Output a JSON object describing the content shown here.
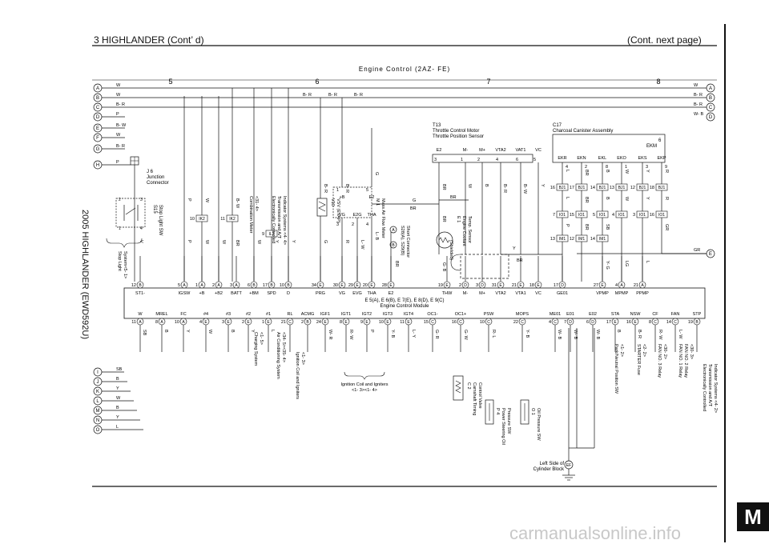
{
  "header": {
    "title": "3  HIGHLANDER (Cont’ d)",
    "cont": "(Cont.  next page)",
    "side_label": "2005 HIGHLANDER (EWD592U)",
    "section": "Engine Control (2AZ- FE)",
    "tab": "M",
    "watermark": "carmanualsonline.info"
  },
  "columns": [
    "5",
    "6",
    "7",
    "8"
  ],
  "left_rows": [
    "A",
    "B",
    "C",
    "D",
    "E",
    "F",
    "G",
    "H"
  ],
  "left_rows_bottom": [
    "I",
    "J",
    "K",
    "L",
    "M",
    "N",
    "O"
  ],
  "right_rows": [
    "A",
    "B",
    "C",
    "D"
  ],
  "right_row_e": "E",
  "top_wire_colors_left": [
    "W",
    "W",
    "B- R",
    "P",
    "B- W",
    "W",
    "B- R",
    "P"
  ],
  "top_wire_colors_right": [
    "W",
    "B- R",
    "B- R",
    "W- B"
  ],
  "br_labels": [
    "B- R",
    "B- R",
    "B- R"
  ],
  "components": {
    "t13_id": "T13",
    "t13_name1": "Throttle Control Motor",
    "t13_name2": "Throttle Position Sensor",
    "c17_id": "C17",
    "c17_name": "Charcoal Canister Assembly",
    "j6_id": "J 6",
    "j6_name1": "Junction",
    "j6_name2": "Connector",
    "s15_id": "S15",
    "s15_name": "Stop Light SW",
    "stoplight_sys1": "Stop Light",
    "stoplight_sys2": "System<5- 1>",
    "v10_id": "V10",
    "v10_name": "VSV (EVAP)",
    "m1_id": "M 1",
    "m1_name": "Mass Air Flow Meter",
    "e1_id": "E 1",
    "e1_name1": "Engine Coolant",
    "e1_name2": "Temp. Sensor",
    "s28_id": "S28(A), S29(B)",
    "s28_name": "Short Connector",
    "ecu_title1": "E 5(A), E 6(B), E 7(E), E 8(D), E 9(C)",
    "ecu_title2": "Engine Control Module",
    "ect_line1": "Electronically Controlled",
    "ect_line2": "Transmission and A/T",
    "ect_line3": "Indicator Systems <4- 4>",
    "combmeter1": "Combination Meter",
    "combmeter2": "<31- 4>",
    "ac_system1": "Air Conditioning System",
    "ac_system2": "<34- 5><35- 4>",
    "ign_coil1": "Ignition Coil and Igniters",
    "ign_coil2": "<1- 3>",
    "ign_coil_group1": "Ignition Coil and Igniters",
    "ign_coil_group2": "<1- 3><1- 4>",
    "charging1": "Charging System",
    "charging2": "<1- 5>",
    "c2_id": "C 2",
    "c2_name1": "Camshaft Timing",
    "c2_name2": "Control Valve",
    "p4_id": "P 4",
    "p4_name1": "Power Steering Oil",
    "p4_name2": "Pressure SW",
    "o1_id": "O 1",
    "o1_name": "Oil Pressure SW",
    "park_neutral1": "Park/Neutral Position SW",
    "park_neutral2": "<1- 2>",
    "starter1": "STARTER Fuse",
    "starter2": "<2- 2>",
    "fan3_1": "FAN NO. 3 Relay",
    "fan3_2": "<30- 2>",
    "fan_relays1": "FAN NO. 1 Relay",
    "fan_relays2": "FAN NO. 2 Relay",
    "fan_relays3": "<30- 3>",
    "ect_right1": "Electronically Controlled",
    "ect_right2": "Transmission and A/T",
    "ect_right3": "Indicator Systems <4- 2>",
    "ground_id": "EF",
    "ground_name1": "Left Side of",
    "ground_name2": "Cylinder Block",
    "shielded": "(Shielded)"
  },
  "t13_pins": [
    "E2",
    "M-",
    "M+",
    "VTA2",
    "VAT1",
    "VC"
  ],
  "t13_pin_nums": [
    "3",
    "1",
    "2",
    "4",
    "6",
    "5"
  ],
  "c17_pins": [
    "EKR",
    "EKN",
    "EKL",
    "EKO",
    "EKS",
    "EKP"
  ],
  "c17_pin_nums": [
    "4",
    "2",
    "8",
    "1",
    "3",
    "9"
  ],
  "c17_ekm": "EKM",
  "c17_ekm_num": "6",
  "bj1_labels": [
    "BJ1",
    "BJ1",
    "BJ1",
    "BJ1",
    "BJ1",
    "BJ1"
  ],
  "bj1_nums": [
    "16",
    "17",
    "14",
    "13",
    "12",
    "18"
  ],
  "io1_labels": [
    "IO1",
    "IO1",
    "IO1",
    "IO1",
    "IO1",
    "IO1"
  ],
  "io1_nums": [
    "7",
    "15",
    "5",
    "4",
    "3",
    "16"
  ],
  "im1_labels": [
    "IM1",
    "IM1",
    "IM1"
  ],
  "im1_nums": [
    "13",
    "12",
    "14"
  ],
  "ik2_labels": [
    "IK2",
    "IK2"
  ],
  "ik2_nums": [
    "10",
    "11"
  ],
  "il2_label": "IL2",
  "il2_num": "9",
  "m1_pins": [
    "+B",
    "VG",
    "E2G",
    "THA",
    "E2"
  ],
  "m1_pin_nums": [
    "1",
    "3",
    "2",
    "4",
    "5"
  ],
  "ecu_top_pins": [
    {
      "num": "12",
      "conn": "B",
      "label": "ST1-"
    },
    {
      "num": "5",
      "conn": "A",
      "label": "IGSW"
    },
    {
      "num": "1",
      "conn": "A",
      "label": "+B"
    },
    {
      "num": "2",
      "conn": "A",
      "label": "+B2"
    },
    {
      "num": "3",
      "conn": "A",
      "label": "BATT"
    },
    {
      "num": "6",
      "conn": "B",
      "label": "+BM"
    },
    {
      "num": "17",
      "conn": "B",
      "label": "SPD"
    },
    {
      "num": "10",
      "conn": "B",
      "label": "D"
    },
    {
      "num": "34",
      "conn": "E",
      "label": "PRG"
    },
    {
      "num": "30",
      "conn": "E",
      "label": "VG"
    },
    {
      "num": "29",
      "conn": "E",
      "label": "EVG"
    },
    {
      "num": "20",
      "conn": "E",
      "label": "THA"
    },
    {
      "num": "28",
      "conn": "E",
      "label": "E2"
    },
    {
      "num": "19",
      "conn": "E",
      "label": "THW"
    },
    {
      "num": "2",
      "conn": "D",
      "label": "M-"
    },
    {
      "num": "3",
      "conn": "D",
      "label": "M+"
    },
    {
      "num": "31",
      "conn": "E",
      "label": "VTA2"
    },
    {
      "num": "21",
      "conn": "E",
      "label": "VTA1"
    },
    {
      "num": "18",
      "conn": "E",
      "label": "VC"
    },
    {
      "num": "17",
      "conn": "D",
      "label": "GE01"
    },
    {
      "num": "27",
      "conn": "E",
      "label": "VPMP"
    },
    {
      "num": "4",
      "conn": "A",
      "label": "MPMP"
    },
    {
      "num": "21",
      "conn": "A",
      "label": "PPMP"
    }
  ],
  "ecu_bottom_pins": [
    {
      "num": "11",
      "conn": "A",
      "label": "W"
    },
    {
      "num": "8",
      "conn": "A",
      "label": "MREL"
    },
    {
      "num": "10",
      "conn": "A",
      "label": "FC"
    },
    {
      "num": "4",
      "conn": "E",
      "label": "#4"
    },
    {
      "num": "3",
      "conn": "E",
      "label": "#3"
    },
    {
      "num": "2",
      "conn": "E",
      "label": "#2"
    },
    {
      "num": "1",
      "conn": "E",
      "label": "#1"
    },
    {
      "num": "21",
      "conn": "C",
      "label": "RL"
    },
    {
      "num": "2",
      "conn": "B",
      "label": "ACMG"
    },
    {
      "num": "24",
      "conn": "E",
      "label": "IGF1"
    },
    {
      "num": "8",
      "conn": "E",
      "label": "IGT1"
    },
    {
      "num": "9",
      "conn": "E",
      "label": "IGT2"
    },
    {
      "num": "10",
      "conn": "E",
      "label": "IGT3"
    },
    {
      "num": "11",
      "conn": "E",
      "label": "IGT4"
    },
    {
      "num": "15",
      "conn": "C",
      "label": "OC1-"
    },
    {
      "num": "16",
      "conn": "C",
      "label": "OC1+"
    },
    {
      "num": "10",
      "conn": "C",
      "label": "PSW"
    },
    {
      "num": "22",
      "conn": "C",
      "label": "MOPS"
    },
    {
      "num": "4",
      "conn": "C",
      "label": "ME01"
    },
    {
      "num": "7",
      "conn": "D",
      "label": "E01"
    },
    {
      "num": "6",
      "conn": "D",
      "label": "E02"
    },
    {
      "num": "17",
      "conn": "E",
      "label": "STA"
    },
    {
      "num": "16",
      "conn": "E",
      "label": "NSW"
    },
    {
      "num": "8",
      "conn": "C",
      "label": "CF"
    },
    {
      "num": "14",
      "conn": "C",
      "label": "FAN"
    },
    {
      "num": "19",
      "conn": "B",
      "label": "STP"
    }
  ],
  "bottom_wire_colors": [
    "SB",
    "B",
    "Y",
    "W",
    "B",
    "Y",
    "L",
    "W- R",
    "R- W",
    "P",
    "Y- B",
    "L- Y",
    "G- R",
    "G- W",
    "R- L",
    "Y- B",
    "W- B",
    "W- B",
    "W- B",
    "B",
    "B- R",
    "R- W",
    "L- W"
  ],
  "left_bottom_colors": [
    "SB",
    "B",
    "Y",
    "W",
    "B",
    "Y",
    "L"
  ],
  "misc_wire_labels": {
    "gr": "GR",
    "g": "G",
    "br": "BR",
    "y": "Y",
    "lg": "LG",
    "l": "L",
    "v": "V",
    "yg": "Y- G",
    "gb": "G- B",
    "lb": "L- B",
    "lw": "L- W",
    "r": "R",
    "bw": "B- W",
    "wb": "W- B",
    "e": "E",
    "p": "P",
    "wv": "W",
    "bl": "B- L",
    "bv": "B",
    "br2": "BR",
    "gr2": "G",
    "y2": "Y"
  }
}
